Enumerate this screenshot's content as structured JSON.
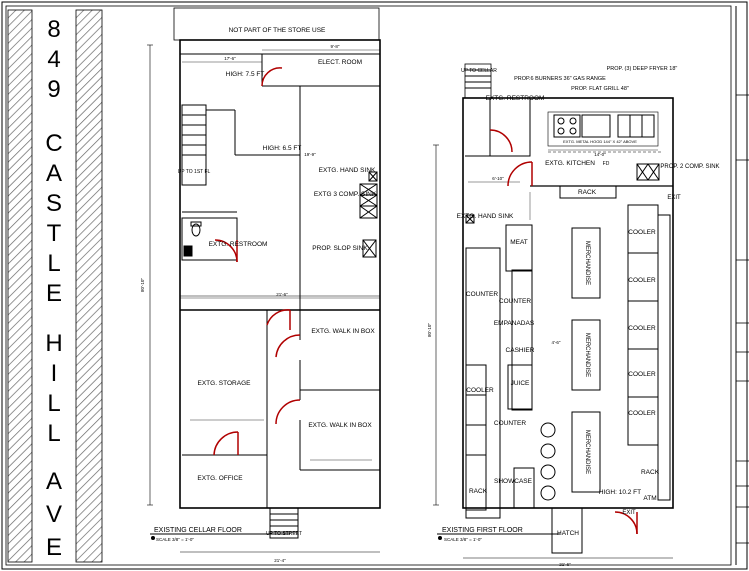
{
  "address": {
    "line1": "849",
    "line2": "CASTLE",
    "line3": "HILL",
    "line4": "AVE"
  },
  "cellar": {
    "floor_title": "EXISTING CELLAR FLOOR",
    "scale": "SCALE 3/8\" = 1'-0\"",
    "not_part": "NOT PART OF THE STORE USE",
    "elect_room": "ELECT. ROOM",
    "height_1": "HIGH: 7.5 FT",
    "height_2": "HIGH: 6.5 FT",
    "stair_up": "UP TO 1ST FL",
    "restroom": "EXTG. RESTROOM",
    "hand_sink": "EXTG. HAND SINK",
    "comp_sink": "EXTG 3 COMP. SINK",
    "slop_sink": "PROP. SLOP SINK",
    "walkin_1": "EXTG. WALK IN BOX",
    "walkin_2": "EXTG. WALK IN BOX",
    "storage": "EXTG. STORAGE",
    "office": "EXTG. OFFICE",
    "stair_street": "UP TO STREET",
    "dim_top": "9'-8\"",
    "dim_elect": "17'-6\"",
    "dim_mid": "19'-9\"",
    "dim_total_h": "80'-10\"",
    "dim_w": "21'-6\"",
    "dim_bottom": "21'-4\""
  },
  "first": {
    "floor_title": "EXISTING FIRST FLOOR",
    "scale": "SCALE 3/8\" = 1'-0\"",
    "up_to_cellar": "UP TO CELLAR",
    "restroom": "EXTG. RESTROOM",
    "burners": "PROP.6 BURNERS 36\" GAS RANGE",
    "grill": "PROP. FLAT GRILL 48\"",
    "fryer": "PROP. (3) DEEP FRYER 18\"",
    "hood": "EXTG. METAL HOOD 144\" X 42\" ABOVE",
    "kitchen": "EXTG. KITCHEN",
    "comp_sink": "PROP. 2 COMP. SINK",
    "exit_top": "EXIT",
    "rack_top": "RACK",
    "hand_sink": "EXTG. HAND SINK",
    "meat": "MEAT",
    "counter_left": "COUNTER",
    "counter_mid": "COUNTER",
    "empanadas": "EMPANADAS",
    "cashier": "CASHIER",
    "juice": "JUICE",
    "counter_low": "COUNTER",
    "cooler_left": "COOLER",
    "showcase": "SHOWCASE",
    "rack_left": "RACK",
    "merch_1": "MERCHANDISE",
    "merch_2": "MERCHANDISE",
    "merch_3": "MERCHANDISE",
    "coolers": [
      "COOLER",
      "COOLER",
      "COOLER",
      "COOLER",
      "COOLER"
    ],
    "rack_right": "RACK",
    "atm": "ATM",
    "height": "HIGH: 10.2 FT",
    "exit_bottom": "EXIT",
    "hatch": "HATCH",
    "fd": "FD",
    "dim_a": "6'-10\"",
    "dim_b": "14'-0\"",
    "dim_c": "4'-6\"",
    "dim_total_h": "80'-10\"",
    "dim_w": "21'-6\""
  },
  "colors": {
    "line": "#000000",
    "door_swing": "#b00000",
    "hatch": "#777777"
  }
}
